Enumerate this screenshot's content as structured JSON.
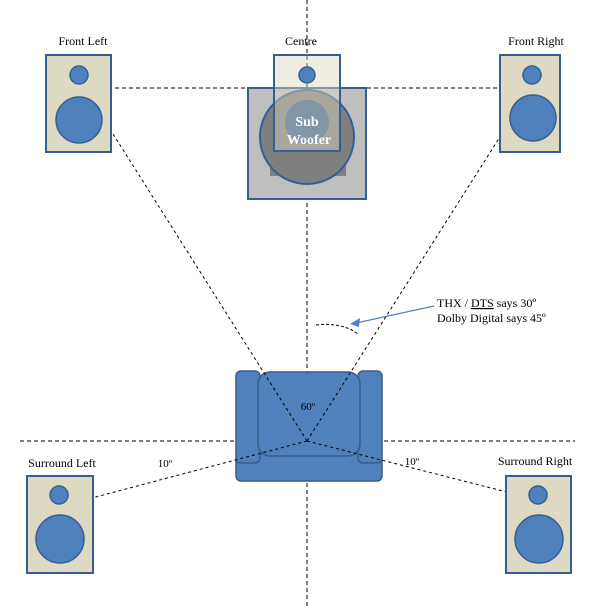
{
  "speakers": {
    "front_left": "Front Left",
    "centre": "Centre",
    "front_right": "Front Right",
    "surround_left": "Surround Left",
    "surround_right": "Surround Right"
  },
  "subwoofer": {
    "line1": "Sub",
    "line2": "Woofer"
  },
  "angles": {
    "front": "60º",
    "surround_left": "10º",
    "surround_right": "10º"
  },
  "annotation": {
    "line1_prefix": "THX / ",
    "line1_dts": "DTS",
    "line1_suffix": " says 30º",
    "line2": "Dolby Digital says 45º"
  },
  "colors": {
    "speaker_cabinet": "#ddd9c3",
    "speaker_outline": "#365f91",
    "driver_fill": "#4f81bd",
    "chair_fill": "#4f81bd",
    "chair_outline": "#385d8a",
    "sub_box": "#bfbfbf",
    "sub_inner": "#7f7f7f",
    "arrow": "#4f81bd"
  }
}
